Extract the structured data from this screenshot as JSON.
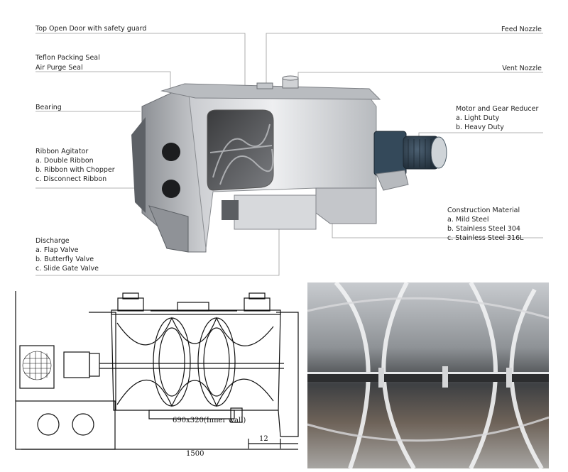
{
  "labels": {
    "top_door": "Top Open Door with safety guard",
    "feed_nozzle": "Feed Nozzle",
    "teflon_seal": "Teflon Packing Seal",
    "air_purge": "Air Purge Seal",
    "vent_nozzle": "Vent Nozzle",
    "bearing": "Bearing",
    "motor": {
      "title": "Motor and Gear Reducer",
      "items": [
        "a. Light Duty",
        "b. Heavy Duty"
      ]
    },
    "ribbon": {
      "title": "Ribbon Agitator",
      "items": [
        "a. Double Ribbon",
        "b. Ribbon with Chopper",
        "c. Disconnect Ribbon"
      ]
    },
    "construction": {
      "title": "Construction Material",
      "items": [
        "a. Mild Steel",
        "b. Stainless Steel 304",
        "c. Stainless Steel 316L"
      ]
    },
    "discharge": {
      "title": "Discharge",
      "items": [
        "a. Flap Valve",
        "b. Butterfly Valve",
        "c. Slide Gate Valve"
      ]
    }
  },
  "drawing": {
    "inner_wall": "690x320(Inner wall)",
    "dim_small": "12",
    "dim_bottom": "1500"
  },
  "colors": {
    "steel_light": "#dcdde0",
    "steel_mid": "#a8abb0",
    "steel_dark": "#5f6368",
    "motor_blue": "#2f4252",
    "leader_line": "#9a9a9a"
  }
}
